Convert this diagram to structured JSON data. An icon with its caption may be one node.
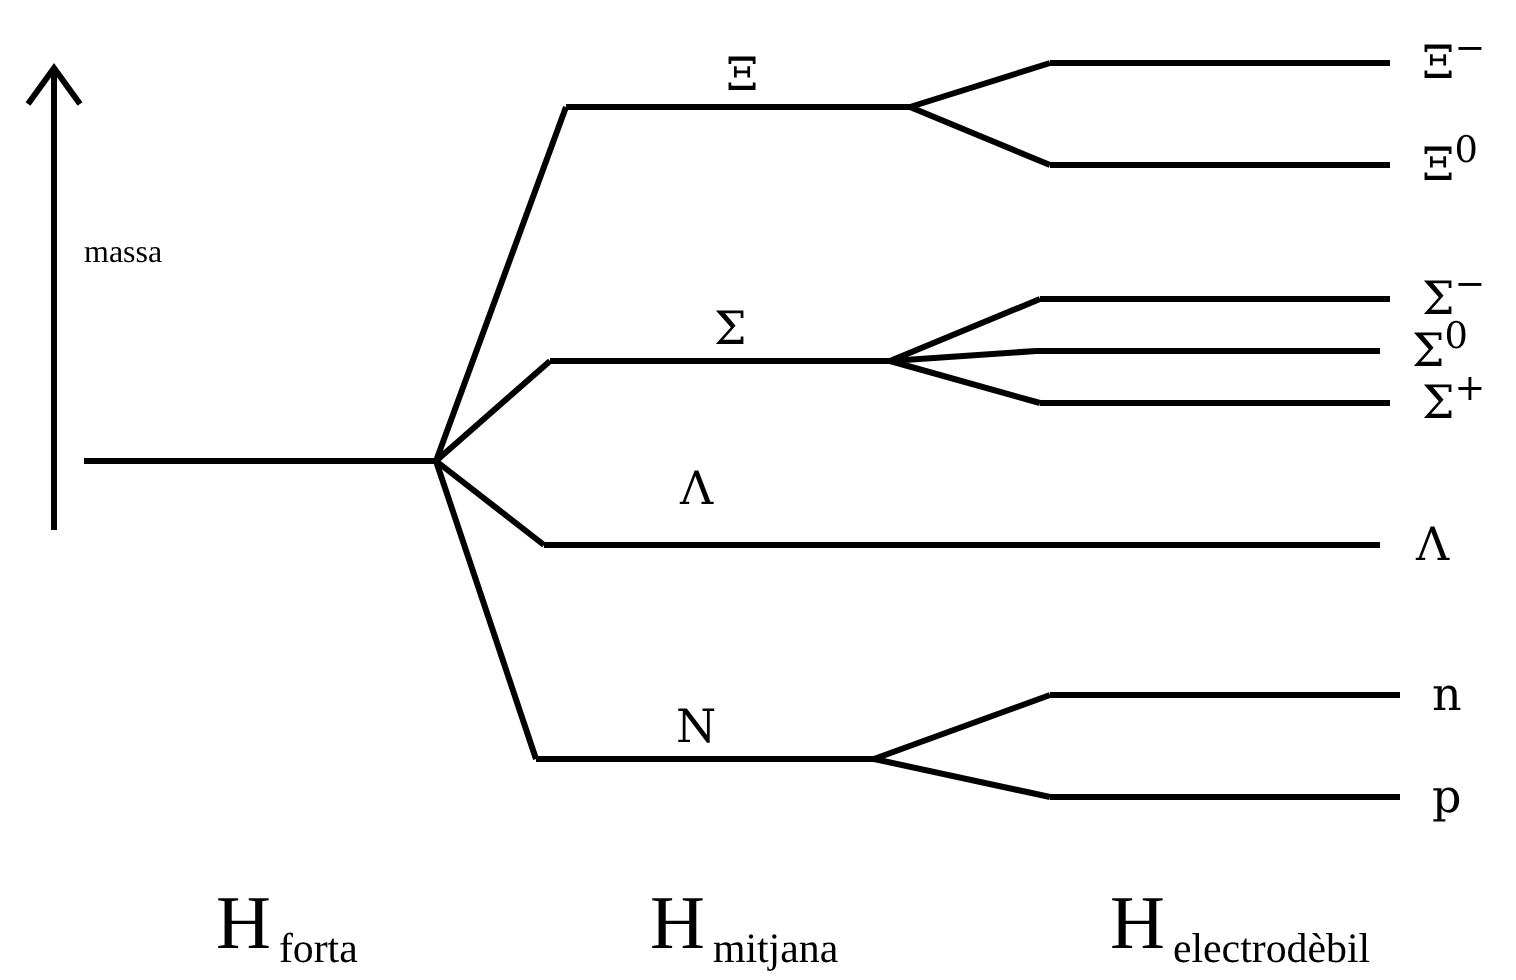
{
  "diagram": {
    "nodes": [
      {
        "text": [],
        "shape": "bar"
      },
      {
        "text": [
          "Ξ"
        ]
      },
      {
        "text": [
          "Σ"
        ]
      },
      {
        "text": [
          "Λ"
        ],
        "beside": [
          "Λ"
        ]
      },
      {
        "text": [
          "N"
        ]
      },
      {
        "text": [
          "Ξ$^{−}$"
        ]
      },
      {
        "text": [
          "Ξ$^{0}$"
        ]
      },
      {
        "text": [
          "Σ$^{−}$"
        ]
      },
      {
        "text": [
          "Σ$^{0}$"
        ]
      },
      {
        "text": [
          "Σ$^{+}$"
        ]
      },
      {
        "text": [
          "n"
        ]
      },
      {
        "text": [
          "p"
        ]
      }
    ],
    "edges": [
      {
        "from": 0,
        "to": 1,
        "arrow": "none"
      },
      {
        "from": 0,
        "to": 2,
        "arrow": "none"
      },
      {
        "from": 0,
        "to": 3,
        "arrow": "none"
      },
      {
        "from": 0,
        "to": 4,
        "arrow": "none"
      },
      {
        "from": 1,
        "to": 5,
        "arrow": "none"
      },
      {
        "from": 1,
        "to": 6,
        "arrow": "none"
      },
      {
        "from": 2,
        "to": 7,
        "arrow": "none"
      },
      {
        "from": 2,
        "to": 8,
        "arrow": "none"
      },
      {
        "from": 2,
        "to": 9,
        "arrow": "none"
      },
      {
        "from": 4,
        "to": 10,
        "arrow": "none"
      },
      {
        "from": 4,
        "to": 11,
        "arrow": "none"
      }
    ],
    "labels": [
      "massa",
      "H$_{forta}$",
      "H$_{mitjana}$",
      "H$_{electrodèbil}$"
    ]
  }
}
